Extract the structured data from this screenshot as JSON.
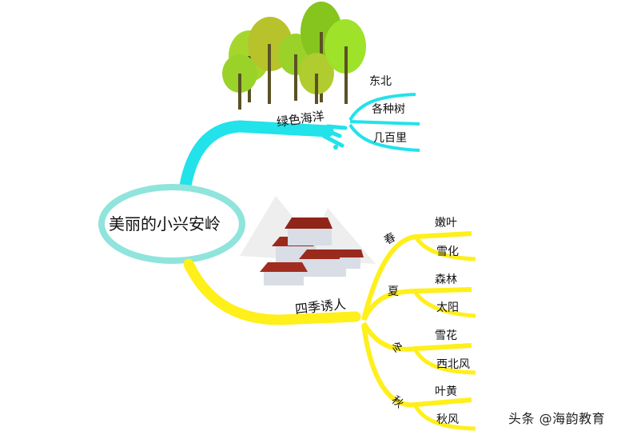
{
  "central_topic": {
    "label": "美丽的小兴安岭",
    "ring_color": "#8fe4dc"
  },
  "branches": [
    {
      "label": "绿色海洋",
      "color": "#22e2ea",
      "illustration": "trees-icon",
      "children": [
        {
          "label": "东北"
        },
        {
          "label": "各种树"
        },
        {
          "label": "几百里"
        }
      ]
    },
    {
      "label": "四季诱人",
      "color": "#ffef1a",
      "illustration": "snowy-village-icon",
      "children": [
        {
          "label": "春",
          "children": [
            {
              "label": "嫩叶"
            },
            {
              "label": "雪化"
            }
          ]
        },
        {
          "label": "夏",
          "children": [
            {
              "label": "森林"
            },
            {
              "label": "太阳"
            }
          ]
        },
        {
          "label": "冬",
          "children": [
            {
              "label": "雪花"
            },
            {
              "label": "西北风"
            }
          ]
        },
        {
          "label": "秋",
          "children": [
            {
              "label": "叶黄"
            },
            {
              "label": "秋风"
            }
          ]
        }
      ]
    }
  ],
  "watermark": "头条 @海韵教育"
}
